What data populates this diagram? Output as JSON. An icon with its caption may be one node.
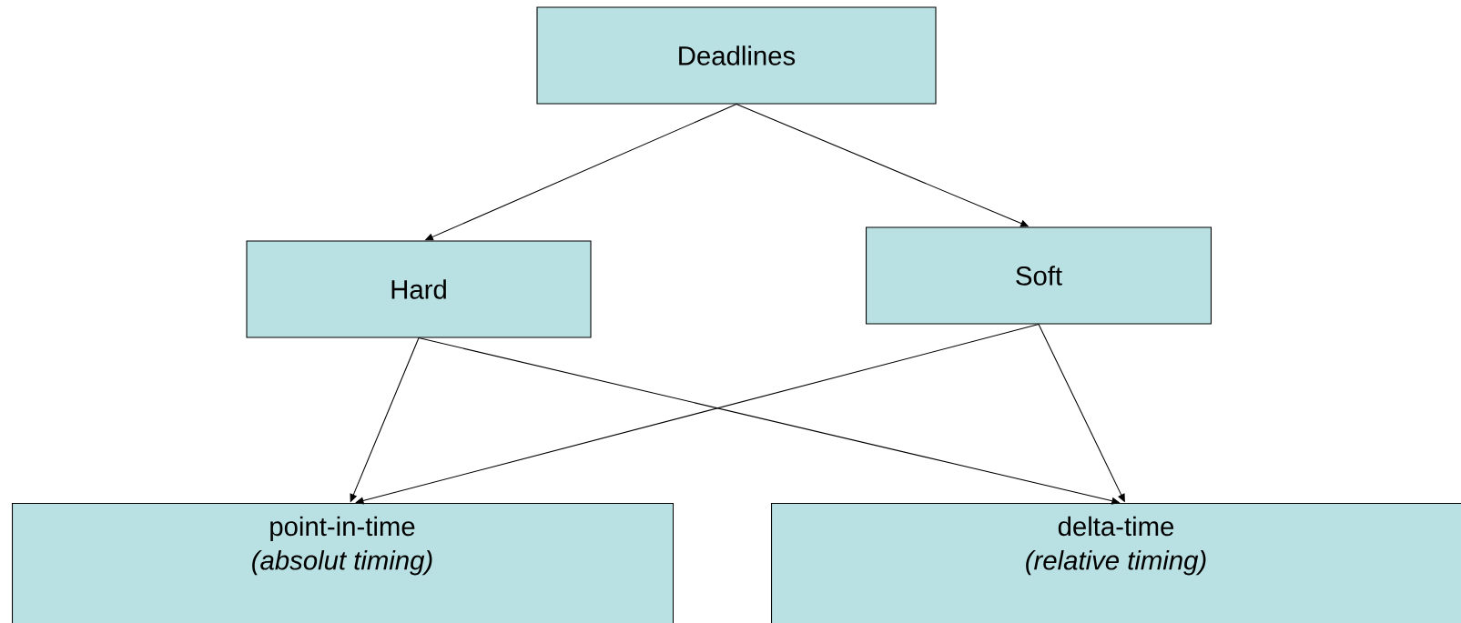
{
  "diagram": {
    "nodes": [
      {
        "text": [
          "Deadlines"
        ]
      },
      {
        "text": [
          "Hard"
        ]
      },
      {
        "text": [
          "Soft"
        ]
      },
      {
        "text": [
          "point-in-time",
          "(absolut timing)"
        ]
      },
      {
        "text": [
          "delta-time",
          "(relative timing)"
        ]
      }
    ],
    "edges": [
      {
        "from": 0,
        "to": 1,
        "arrow": "to"
      },
      {
        "from": 0,
        "to": 2,
        "arrow": "to"
      },
      {
        "from": 1,
        "to": 3,
        "arrow": "to"
      },
      {
        "from": 1,
        "to": 4,
        "arrow": "to"
      },
      {
        "from": 2,
        "to": 3,
        "arrow": "to"
      },
      {
        "from": 2,
        "to": 4,
        "arrow": "to"
      }
    ]
  }
}
